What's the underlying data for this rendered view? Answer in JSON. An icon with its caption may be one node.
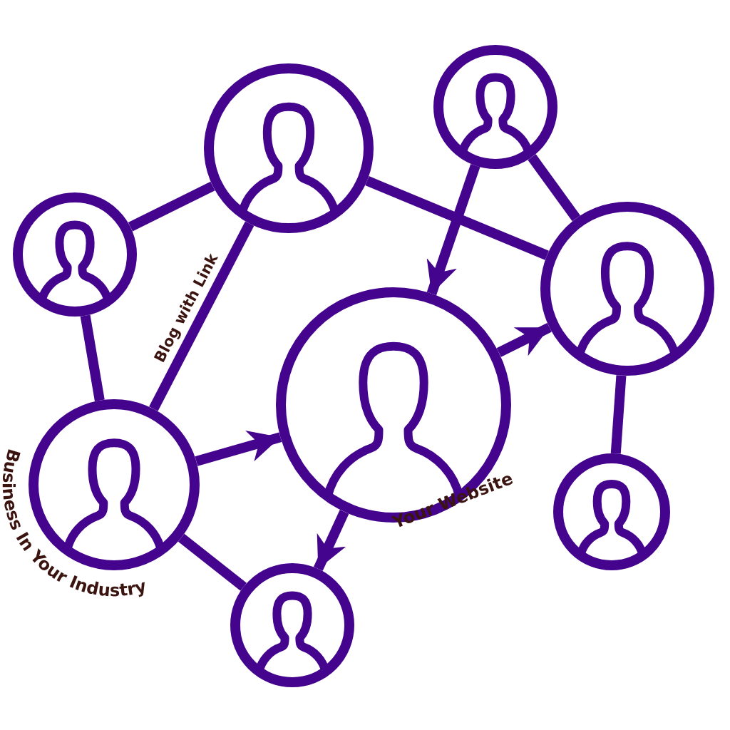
{
  "diagram": {
    "nodes": [
      {
        "text": [],
        "shape": "person"
      },
      {
        "text": [],
        "shape": "person"
      },
      {
        "text": [],
        "shape": "person"
      },
      {
        "text": [],
        "shape": "person"
      },
      {
        "text": [
          "Your Website"
        ]
      },
      {
        "text": [
          "Business In Your Industry"
        ]
      },
      {
        "text": [],
        "shape": "person"
      },
      {
        "text": [],
        "shape": "person"
      }
    ],
    "edges": [
      {
        "from": 2,
        "to": 0,
        "arrow": "none"
      },
      {
        "from": 0,
        "to": 3,
        "arrow": "none"
      },
      {
        "from": 1,
        "to": 3,
        "arrow": "none"
      },
      {
        "from": 1,
        "to": 4,
        "arrow": "to"
      },
      {
        "from": 2,
        "to": 5,
        "arrow": "none"
      },
      {
        "from": 5,
        "to": 0,
        "arrow": "none",
        "label": "Blog with Link"
      },
      {
        "from": 5,
        "to": 4,
        "arrow": "to"
      },
      {
        "from": 4,
        "to": 3,
        "arrow": "to"
      },
      {
        "from": 3,
        "to": 6,
        "arrow": "none"
      },
      {
        "from": 4,
        "to": 7,
        "arrow": "to"
      },
      {
        "from": 5,
        "to": 7,
        "arrow": "none"
      }
    ]
  }
}
